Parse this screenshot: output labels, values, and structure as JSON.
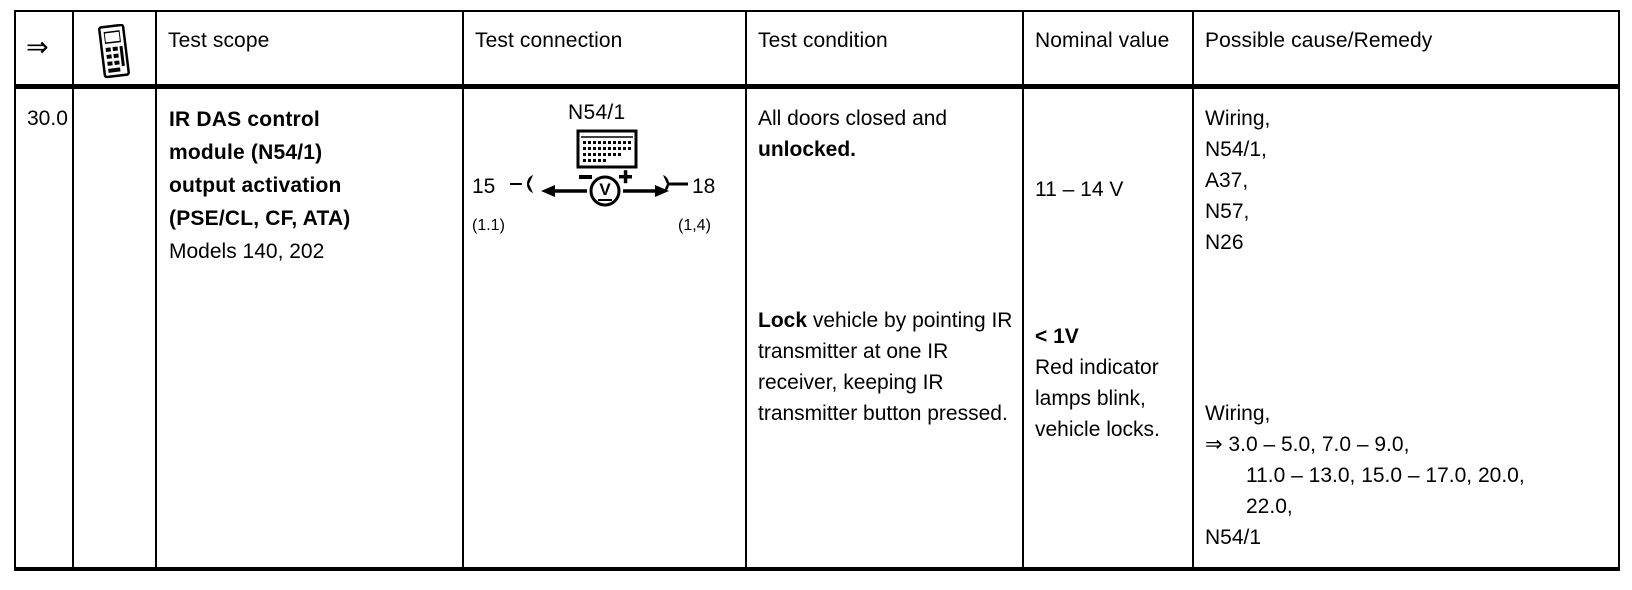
{
  "table": {
    "headers": {
      "ref_icon": "double-right-arrow",
      "tool_icon": "handheld-tester-icon",
      "test_scope": "Test scope",
      "test_connection": "Test connection",
      "test_condition": "Test condition",
      "nominal_value": "Nominal value",
      "possible_cause": "Possible cause/Remedy"
    },
    "row": {
      "ref": "30.0",
      "scope": {
        "line1": "IR DAS control",
        "line2": "module (N54/1)",
        "line3": "output activation",
        "line4": "(PSE/CL, CF, ATA)",
        "line5": "Models 140, 202"
      },
      "connection": {
        "component_label": "N54/1",
        "terminal_left": "15",
        "terminal_right": "18",
        "pin_left": "(1.1)",
        "pin_right": "(1,4)",
        "meter_symbol": "V",
        "polarity_left": "−",
        "polarity_right": "+"
      },
      "condition": {
        "block1_line1": "All doors closed and",
        "block1_line2_bold": "unlocked.",
        "block2_bold": "Lock",
        "block2_line1_rest": " vehicle by pointing IR",
        "block2_line2": "transmitter at one IR",
        "block2_line3": "receiver, keeping IR",
        "block2_line4": "transmitter button pressed."
      },
      "nominal": {
        "block1": "11 – 14 V",
        "block2_line1_bold": "< 1V",
        "block2_line2": "Red indicator",
        "block2_line3": "lamps blink,",
        "block2_line4": "vehicle locks."
      },
      "remedy": {
        "block1_line1": "Wiring,",
        "block1_line2": "N54/1,",
        "block1_line3": "A37,",
        "block1_line4": "N57,",
        "block1_line5": "N26",
        "block2_line1": "Wiring,",
        "block2_line2": "⇒ 3.0 – 5.0, 7.0 – 9.0,",
        "block2_line3": "11.0 – 13.0, 15.0 – 17.0, 20.0,",
        "block2_line4": "22.0,",
        "block2_line5": "N54/1"
      }
    }
  },
  "colors": {
    "ink": "#000000",
    "paper": "#ffffff"
  }
}
